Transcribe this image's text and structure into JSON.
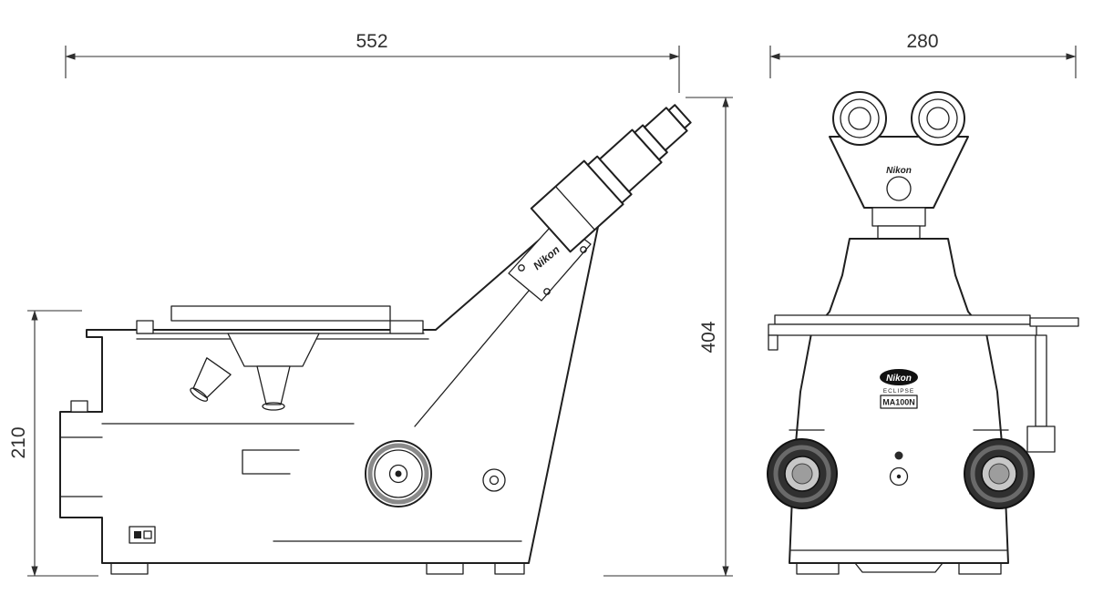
{
  "page": {
    "background": "#ffffff",
    "line_color": "#1f1f1f",
    "description": "Technical dimension drawing of an inverted microscope, side view and front view"
  },
  "dimensions": {
    "side_width": "552",
    "front_width": "280",
    "total_height": "404",
    "base_height": "210"
  },
  "labels": {
    "brand_arm": "Nikon",
    "brand_head": "Nikon",
    "badge_brand": "Nikon",
    "badge_line1": "ECLIPSE",
    "badge_model": "MA100N"
  }
}
